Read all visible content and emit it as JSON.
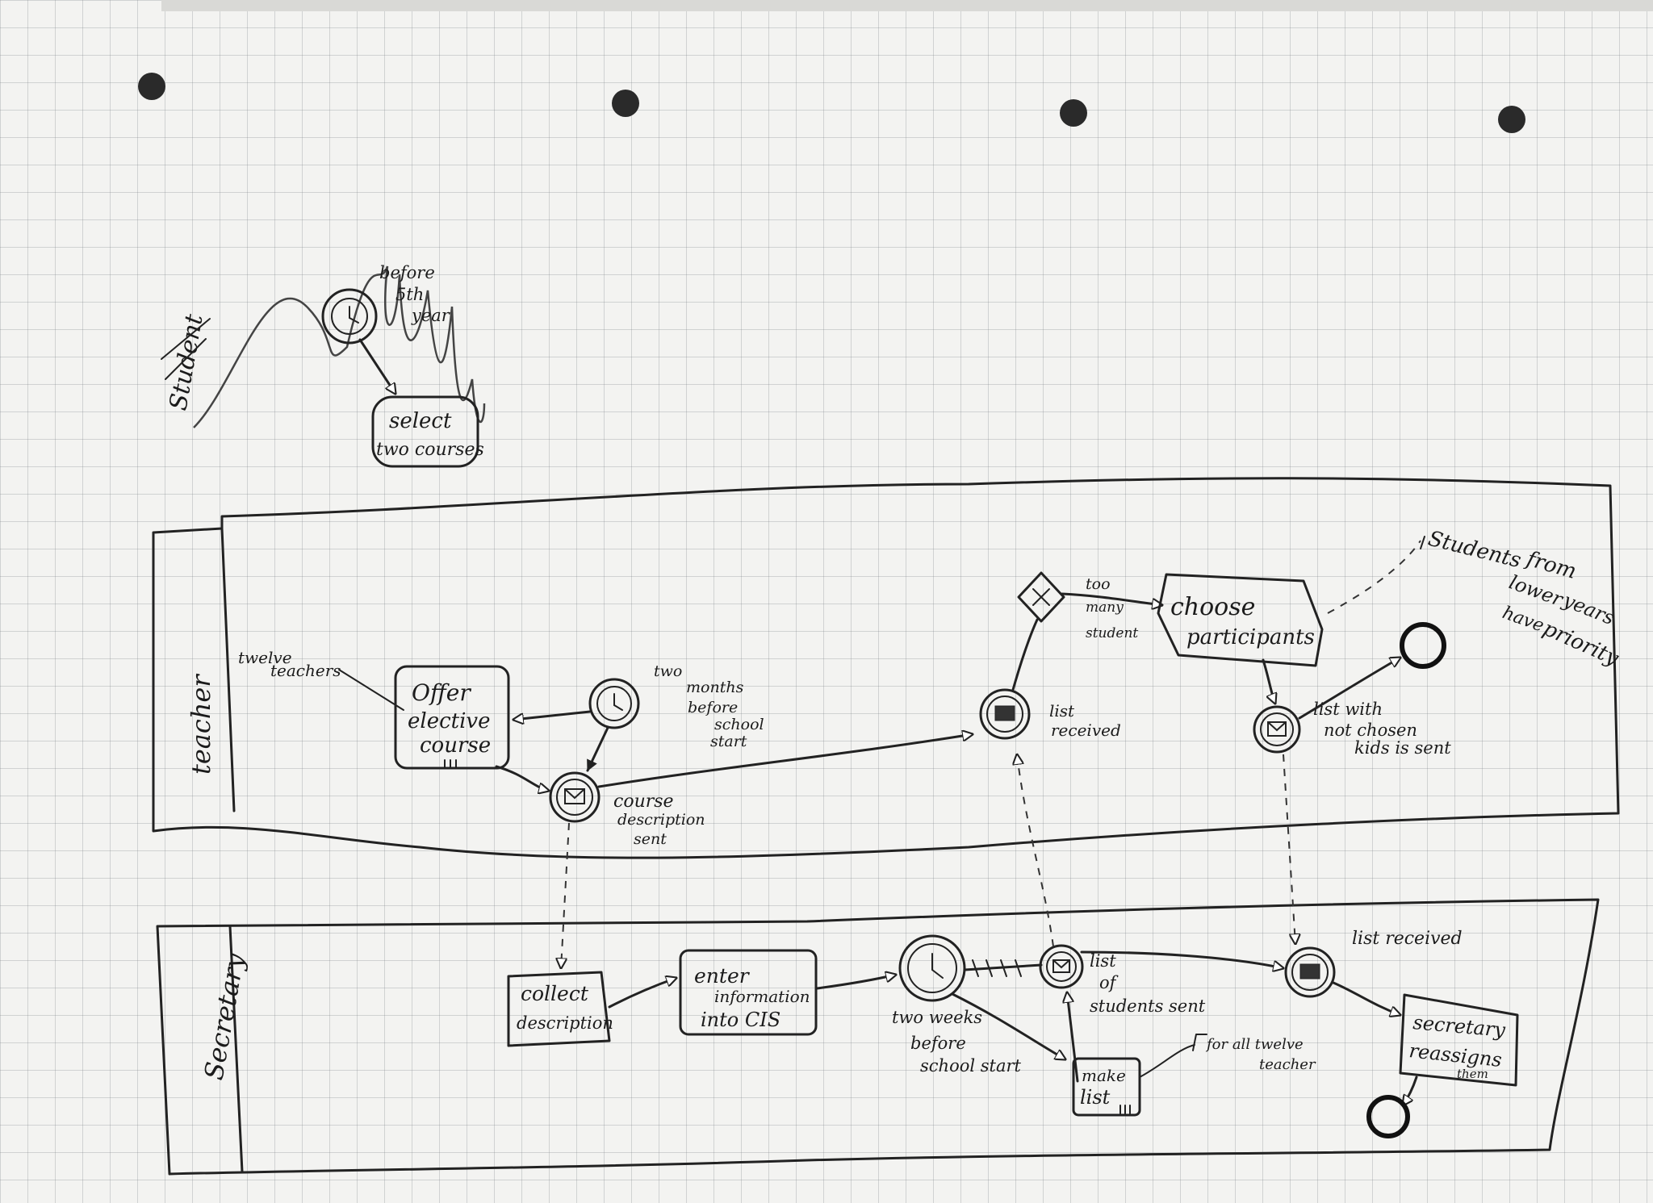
{
  "lanes": {
    "top_crossed": "Student",
    "teacher": "teacher",
    "secretary": "Secretary"
  },
  "student": {
    "timer_note": [
      "before",
      "5th",
      "year"
    ],
    "task": [
      "select",
      "two courses"
    ]
  },
  "teacher": {
    "annotation": [
      "twelve",
      "teachers"
    ],
    "offer_task": [
      "Offer",
      "elective",
      "course"
    ],
    "timer_note": [
      "two",
      "months",
      "before",
      "school",
      "start"
    ],
    "course_sent": [
      "course",
      "description",
      "sent"
    ],
    "list_received": [
      "list",
      "received"
    ],
    "gateway_note": [
      "too",
      "many",
      "student"
    ],
    "choose_task": [
      "choose",
      "participants"
    ],
    "priority_note": [
      "Students",
      "from",
      "lower",
      "years",
      "have",
      "priority"
    ],
    "list_sent": [
      "list with",
      "not chosen",
      "kids is sent"
    ]
  },
  "secretary": {
    "collect_task": [
      "collect",
      "description"
    ],
    "enter_task": [
      "enter",
      "information",
      "into CIS"
    ],
    "timer_note": [
      "two weeks",
      "before",
      "school start"
    ],
    "list_students_sent": [
      "list",
      "of",
      "students sent"
    ],
    "make_list": [
      "make",
      "list"
    ],
    "for_all_note": [
      "for all twelve",
      "teacher"
    ],
    "list_received": "list received",
    "reassign_task": [
      "secretary",
      "reassigns",
      "them"
    ]
  }
}
